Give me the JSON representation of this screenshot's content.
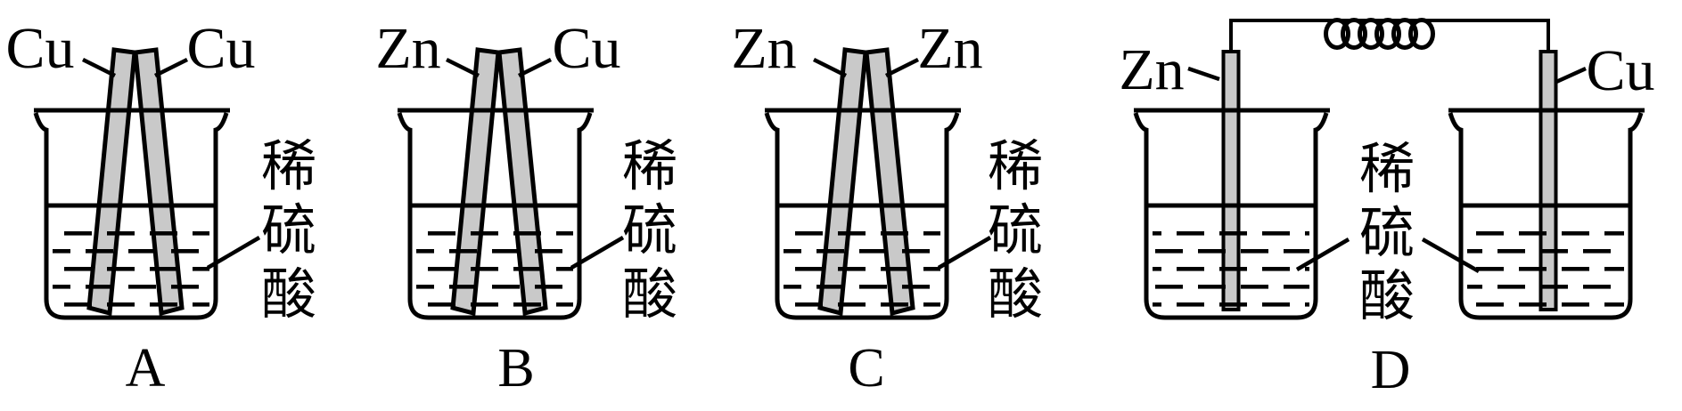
{
  "diagram": {
    "background_color": "#ffffff",
    "stroke_color": "#000000",
    "electrode_fill_color": "#c9c9c9",
    "solution_label": "稀硫酸",
    "solution_chars": [
      "稀",
      "硫",
      "酸"
    ],
    "setups": [
      {
        "label": "A",
        "left_electrode": "Cu",
        "right_electrode": "Cu",
        "solution": "稀硫酸",
        "container": "single-beaker",
        "electrodes_connected": false
      },
      {
        "label": "B",
        "left_electrode": "Zn",
        "right_electrode": "Cu",
        "solution": "稀硫酸",
        "container": "single-beaker",
        "electrodes_connected": false
      },
      {
        "label": "C",
        "left_electrode": "Zn",
        "right_electrode": "Zn",
        "solution": "稀硫酸",
        "container": "single-beaker",
        "electrodes_connected": false
      },
      {
        "label": "D",
        "left_electrode": "Zn",
        "right_electrode": "Cu",
        "solution": "稀硫酸",
        "container": "two-beakers",
        "electrodes_connected": true,
        "connection": "wire-with-coil"
      }
    ]
  }
}
